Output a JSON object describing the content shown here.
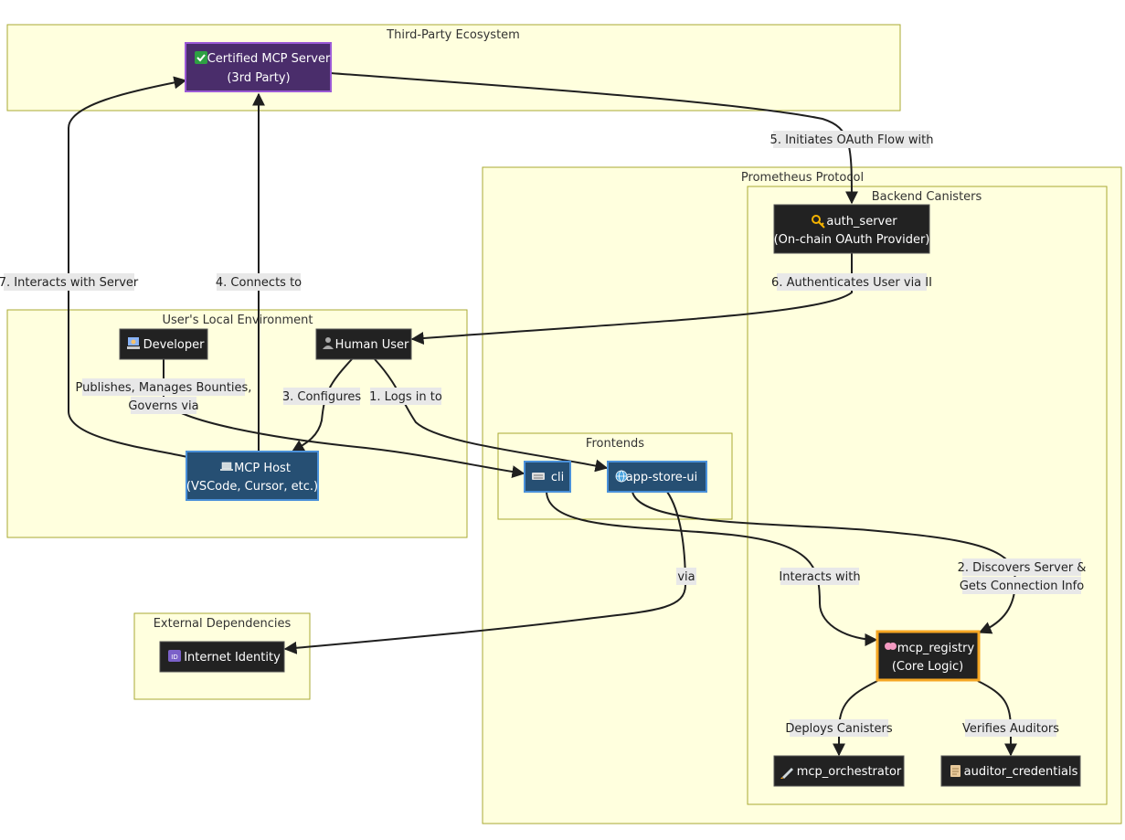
{
  "colors": {
    "cluster_fill": "#ffffde",
    "cluster_stroke": "#aaaa33",
    "dark_node": "#222222",
    "blue_node": "#264f73",
    "blue_stroke": "#4a90d9",
    "purple_node": "#4a2d6b",
    "purple_stroke": "#9b59d6",
    "registry_stroke": "#f5a623"
  },
  "clusters": {
    "third_party": "Third-Party Ecosystem",
    "prometheus": "Prometheus Protocol",
    "backend": "Backend Canisters",
    "local_env": "User's Local Environment",
    "frontends": "Frontends",
    "external": "External Dependencies"
  },
  "nodes": {
    "mcp_server": {
      "icon": "check-mark-icon",
      "line1": "Certified MCP Server",
      "line2": "(3rd Party)"
    },
    "auth_server": {
      "icon": "key-icon",
      "line1": "auth_server",
      "line2": "(On-chain OAuth Provider)"
    },
    "developer": {
      "icon": "technologist-icon",
      "line1": "Developer"
    },
    "human_user": {
      "icon": "user-silhouette-icon",
      "line1": "Human User"
    },
    "mcp_host": {
      "icon": "laptop-icon",
      "line1": "MCP Host",
      "line2": "(VSCode, Cursor, etc.)"
    },
    "cli": {
      "icon": "keyboard-icon",
      "line1": "cli"
    },
    "app_store_ui": {
      "icon": "globe-icon",
      "line1": "app-store-ui"
    },
    "internet_identity": {
      "icon": "id-badge-icon",
      "line1": "Internet Identity"
    },
    "mcp_registry": {
      "icon": "brain-icon",
      "line1": "mcp_registry",
      "line2": "(Core Logic)"
    },
    "mcp_orchestrator": {
      "icon": "rocket-icon",
      "line1": "mcp_orchestrator"
    },
    "auditor_credentials": {
      "icon": "scroll-icon",
      "line1": "auditor_credentials"
    }
  },
  "edges": {
    "e1": "1. Logs in to",
    "e2_line1": "2. Discovers Server &",
    "e2_line2": "Gets Connection Info",
    "e3": "3. Configures",
    "e4": "4. Connects to",
    "e5": "5. Initiates OAuth Flow with",
    "e6": "6. Authenticates User via II",
    "e7": "7. Interacts with Server",
    "dev_line1": "Publishes, Manages Bounties,",
    "dev_line2": "Governs via",
    "cli_registry": "Interacts with",
    "via": "via",
    "deploys": "Deploys Canisters",
    "verifies": "Verifies Auditors"
  }
}
